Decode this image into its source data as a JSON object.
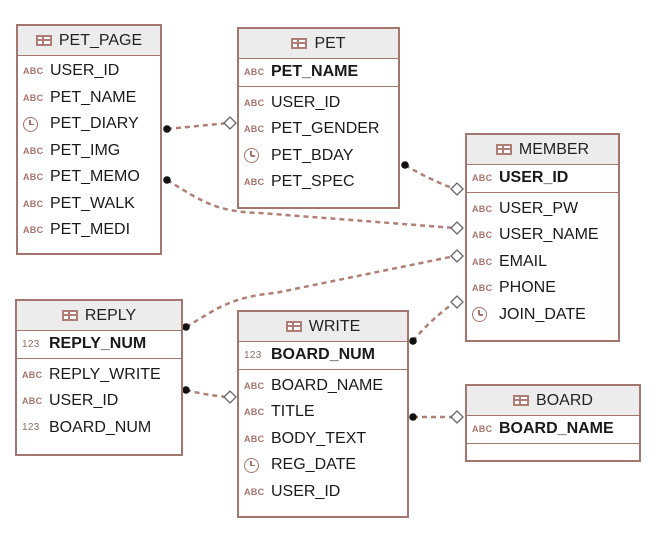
{
  "colors": {
    "border": "#a37670",
    "connector": "#b07f78",
    "header_bg": "#ececec"
  },
  "tables": {
    "pet_page": {
      "name": "PET_PAGE",
      "keys": [],
      "columns": [
        {
          "type": "text",
          "type_label": "ABC",
          "name": "USER_ID"
        },
        {
          "type": "text",
          "type_label": "ABC",
          "name": "PET_NAME"
        },
        {
          "type": "date",
          "type_label": "",
          "name": "PET_DIARY"
        },
        {
          "type": "text",
          "type_label": "ABC",
          "name": "PET_IMG"
        },
        {
          "type": "text",
          "type_label": "ABC",
          "name": "PET_MEMO"
        },
        {
          "type": "text",
          "type_label": "ABC",
          "name": "PET_WALK"
        },
        {
          "type": "text",
          "type_label": "ABC",
          "name": "PET_MEDI"
        }
      ]
    },
    "pet": {
      "name": "PET",
      "keys": [
        {
          "type": "text",
          "type_label": "ABC",
          "name": "PET_NAME"
        }
      ],
      "columns": [
        {
          "type": "text",
          "type_label": "ABC",
          "name": "USER_ID"
        },
        {
          "type": "text",
          "type_label": "ABC",
          "name": "PET_GENDER"
        },
        {
          "type": "date",
          "type_label": "",
          "name": "PET_BDAY"
        },
        {
          "type": "text",
          "type_label": "ABC",
          "name": "PET_SPEC"
        }
      ]
    },
    "member": {
      "name": "MEMBER",
      "keys": [
        {
          "type": "text",
          "type_label": "ABC",
          "name": "USER_ID"
        }
      ],
      "columns": [
        {
          "type": "text",
          "type_label": "ABC",
          "name": "USER_PW"
        },
        {
          "type": "text",
          "type_label": "ABC",
          "name": "USER_NAME"
        },
        {
          "type": "text",
          "type_label": "ABC",
          "name": "EMAIL"
        },
        {
          "type": "text",
          "type_label": "ABC",
          "name": "PHONE"
        },
        {
          "type": "date",
          "type_label": "",
          "name": "JOIN_DATE"
        }
      ]
    },
    "reply": {
      "name": "REPLY",
      "keys": [
        {
          "type": "number",
          "type_label": "123",
          "name": "REPLY_NUM"
        }
      ],
      "columns": [
        {
          "type": "text",
          "type_label": "ABC",
          "name": "REPLY_WRITE"
        },
        {
          "type": "text",
          "type_label": "ABC",
          "name": "USER_ID"
        },
        {
          "type": "number",
          "type_label": "123",
          "name": "BOARD_NUM"
        }
      ]
    },
    "write": {
      "name": "WRITE",
      "keys": [
        {
          "type": "number",
          "type_label": "123",
          "name": "BOARD_NUM"
        }
      ],
      "columns": [
        {
          "type": "text",
          "type_label": "ABC",
          "name": "BOARD_NAME"
        },
        {
          "type": "text",
          "type_label": "ABC",
          "name": "TITLE"
        },
        {
          "type": "text",
          "type_label": "ABC",
          "name": "BODY_TEXT"
        },
        {
          "type": "date",
          "type_label": "",
          "name": "REG_DATE"
        },
        {
          "type": "text",
          "type_label": "ABC",
          "name": "USER_ID"
        }
      ]
    },
    "board": {
      "name": "BOARD",
      "keys": [
        {
          "type": "text",
          "type_label": "ABC",
          "name": "BOARD_NAME"
        }
      ],
      "columns": []
    }
  },
  "relationships": [
    {
      "from": "PET_PAGE.PET_NAME",
      "to": "PET.PET_NAME"
    },
    {
      "from": "PET.PET_GENDER",
      "to": "MEMBER.USER_ID"
    },
    {
      "from": "PET_PAGE.PET_MEMO",
      "to": "MEMBER.USER_PW"
    },
    {
      "from": "REPLY.REPLY_NUM",
      "to": "MEMBER.USER_NAME"
    },
    {
      "from": "WRITE.BOARD_NUM",
      "to": "MEMBER.PHONE"
    },
    {
      "from": "REPLY.REPLY_WRITE",
      "to": "WRITE.BOARD_NAME"
    },
    {
      "from": "WRITE.TITLE",
      "to": "BOARD.BOARD_NAME"
    }
  ]
}
